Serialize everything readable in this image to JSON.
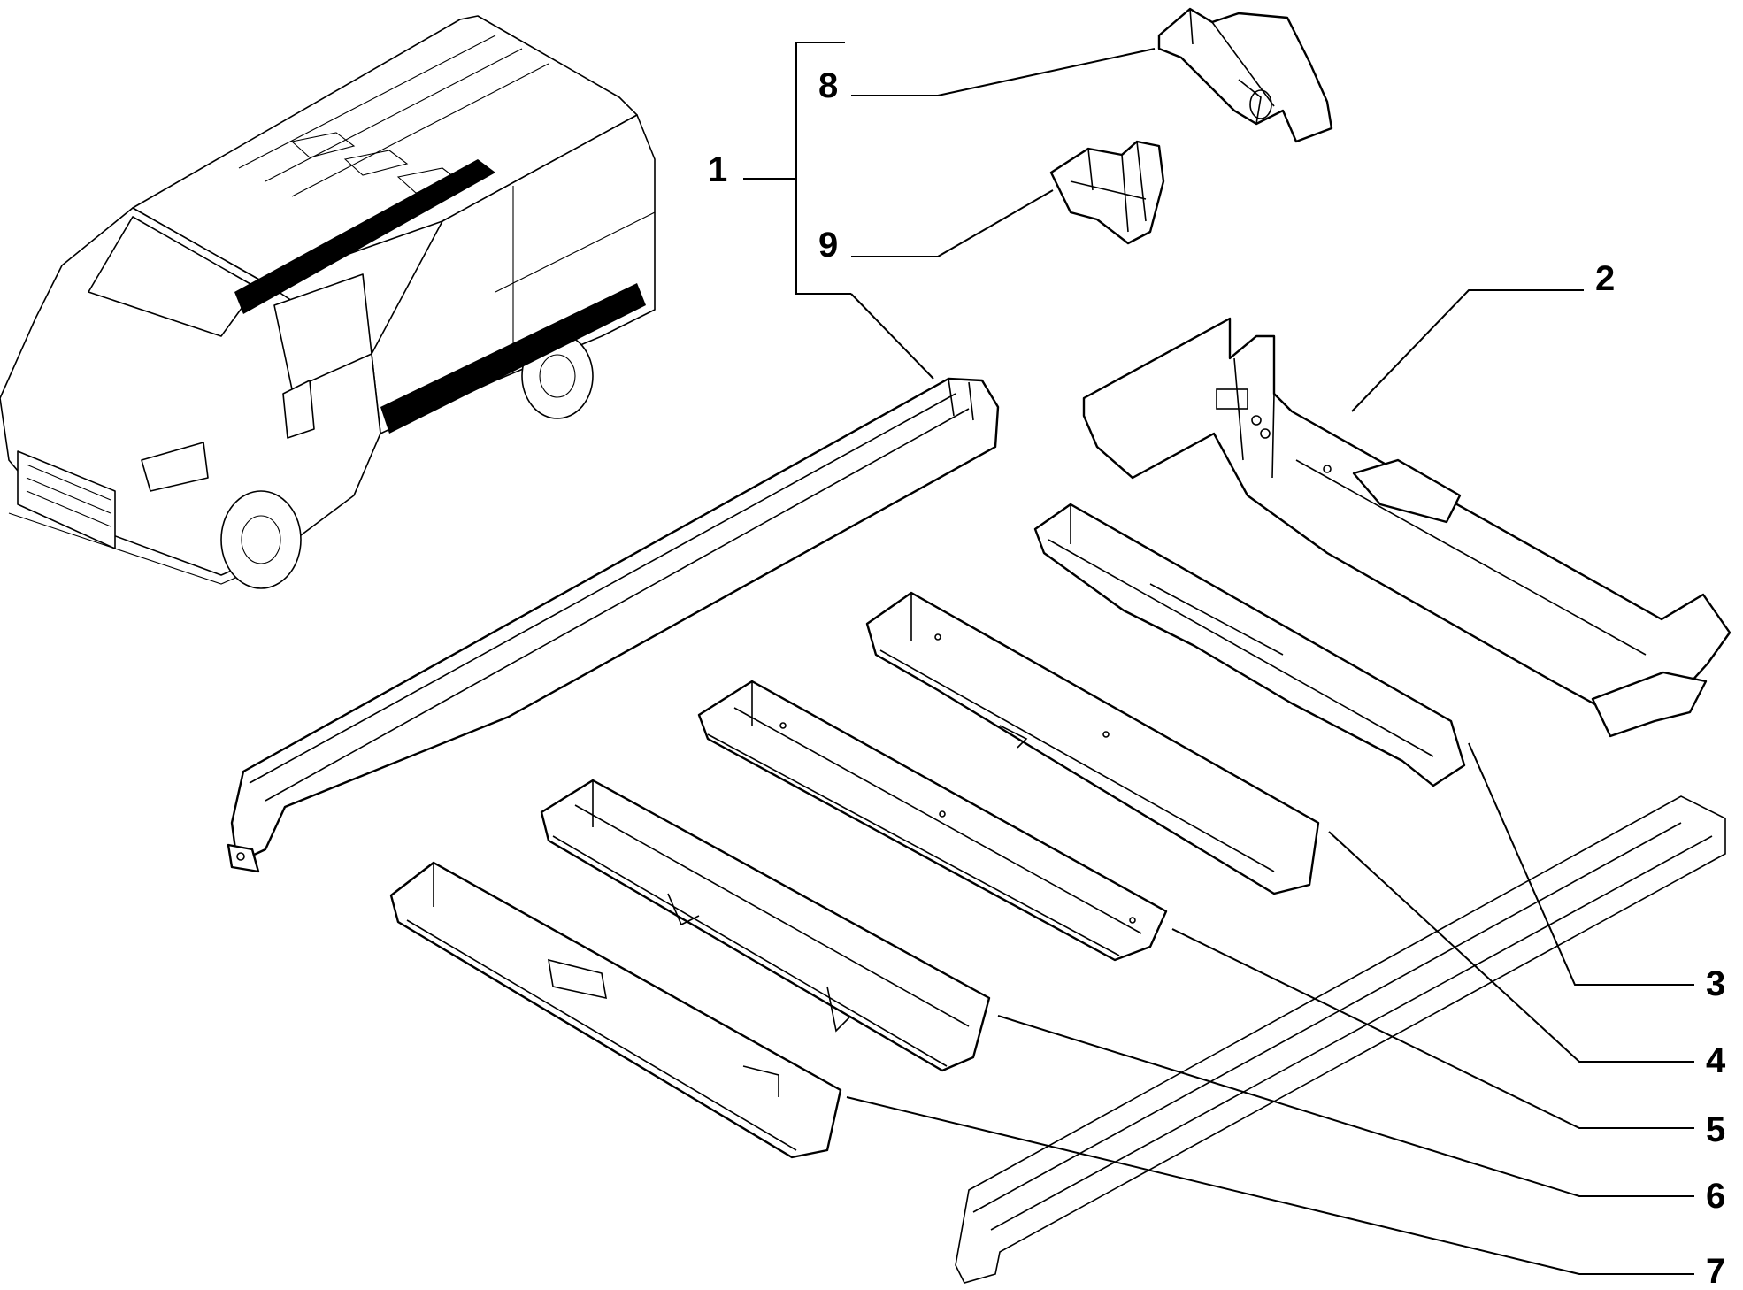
{
  "diagram": {
    "callouts": [
      {
        "label": "1"
      },
      {
        "label": "2"
      },
      {
        "label": "3"
      },
      {
        "label": "4"
      },
      {
        "label": "5"
      },
      {
        "label": "6"
      },
      {
        "label": "7"
      },
      {
        "label": "8"
      },
      {
        "label": "9"
      }
    ],
    "parts": [
      {
        "ref": "1",
        "icon": "rocker-sill-icon"
      },
      {
        "ref": "2",
        "icon": "rear-crossmember-icon"
      },
      {
        "ref": "3",
        "icon": "floor-crossmember-icon"
      },
      {
        "ref": "4",
        "icon": "floor-crossmember-icon"
      },
      {
        "ref": "5",
        "icon": "floor-crossmember-icon"
      },
      {
        "ref": "6",
        "icon": "floor-crossmember-icon"
      },
      {
        "ref": "7",
        "icon": "floor-crossmember-icon"
      },
      {
        "ref": "8",
        "icon": "bracket-icon"
      },
      {
        "ref": "9",
        "icon": "bracket-icon"
      }
    ],
    "locator_icon": "van-icon"
  }
}
